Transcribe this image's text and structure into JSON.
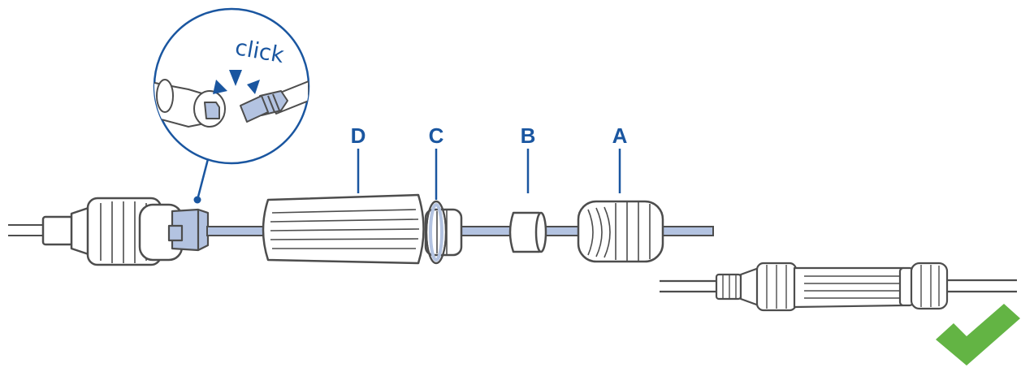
{
  "labels": {
    "a": "A",
    "b": "B",
    "c": "C",
    "d": "D"
  },
  "callout": {
    "text": "click"
  },
  "icons": {
    "done": "checkmark-icon"
  },
  "colors": {
    "line": "#4d4d4d",
    "cable": "#b3c3e1",
    "accent": "#1a56a0",
    "check": "#63b444"
  }
}
